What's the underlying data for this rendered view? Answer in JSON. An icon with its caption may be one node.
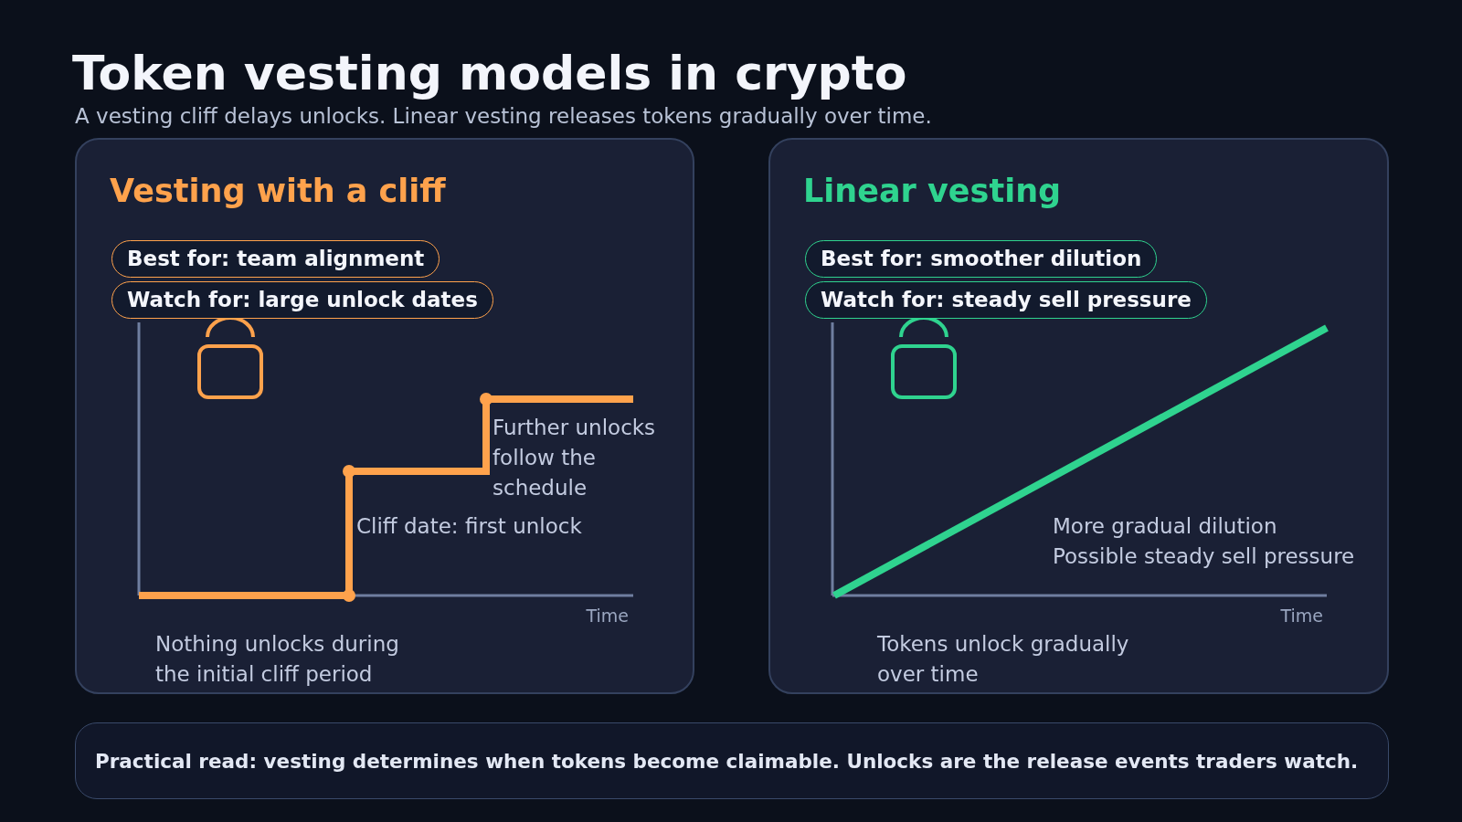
{
  "diagram": {
    "title": "Token vesting models in crypto",
    "nodes": [
      {
        "text": [
          "Vesting with a cliff",
          "Further unlocks follow the schedule",
          "Cliff date: first unlock",
          "Time",
          "Nothing unlocks during the initial cliff period"
        ]
      },
      {
        "text": [
          "Best for: team alignment"
        ],
        "in": 0
      },
      {
        "text": [
          "Watch for: large unlock dates"
        ],
        "in": 0
      },
      {
        "text": [
          "Linear vesting",
          "More gradual dilution",
          "Possible steady sell pressure",
          "Time",
          "Tokens unlock gradually over time"
        ]
      },
      {
        "text": [
          "Best for: smoother dilution"
        ],
        "in": 3
      },
      {
        "text": [
          "Watch for: steady sell pressure"
        ],
        "in": 3
      },
      {
        "text": [
          "Practical read: vesting determines when tokens become claimable. Unlocks are the release events traders watch."
        ]
      }
    ],
    "labels": [
      "A vesting cliff delays unlocks. Linear vesting releases tokens gradually over time."
    ]
  }
}
